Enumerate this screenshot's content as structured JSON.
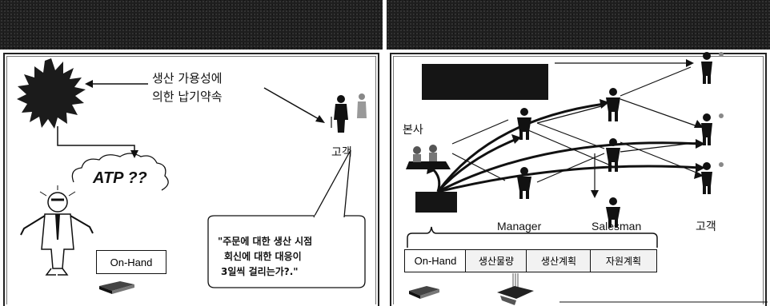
{
  "left": {
    "commit_text": [
      "생산 가용성에",
      "의한 납기약속"
    ],
    "atp_text": "ATP ??",
    "customer_label": "고객",
    "onhand_label": "On-Hand",
    "bubble_lines": [
      "\"주문에 대한 생산 시점",
      "회신에 대한 대응이",
      "3일씩 걸리는가?.\""
    ]
  },
  "right": {
    "hq_label": "본사",
    "manager_label": "Manager",
    "salesman_label": "Salesman",
    "customer_label": "고객",
    "table_cells": [
      "On-Hand",
      "생산물량",
      "생산계획",
      "자원계획"
    ]
  }
}
